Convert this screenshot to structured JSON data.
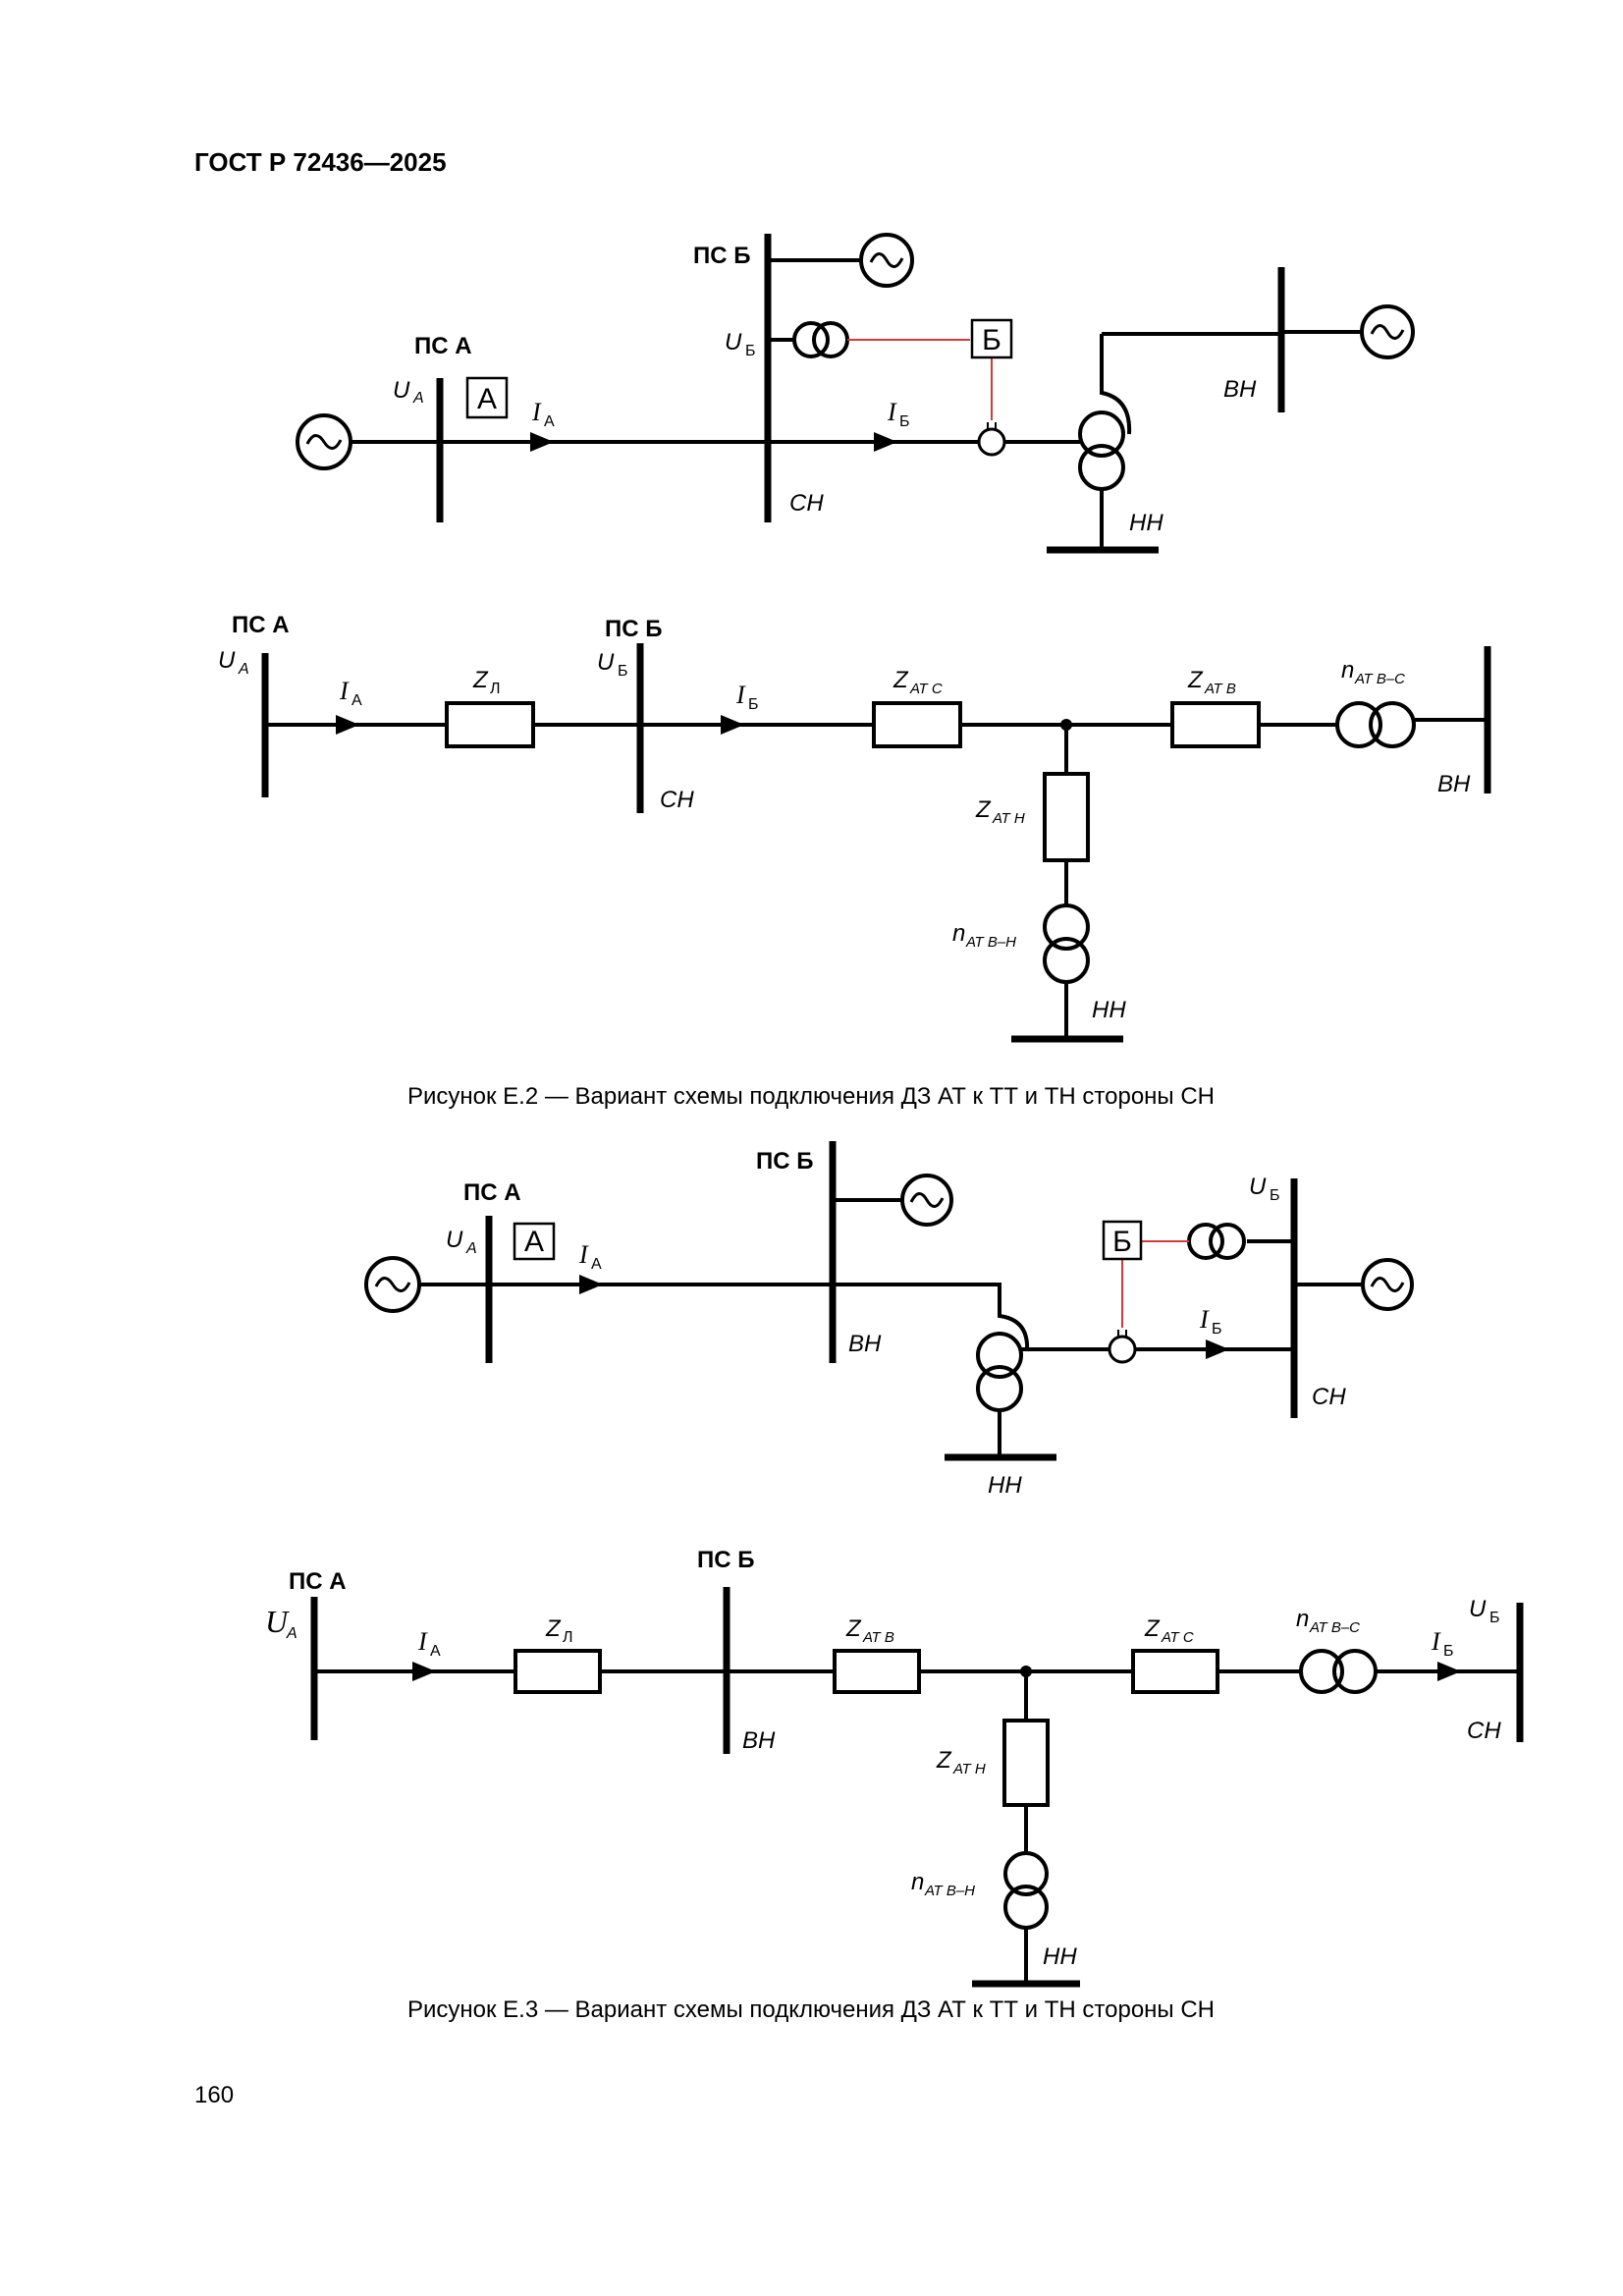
{
  "header": "ГОСТ Р 72436—2025",
  "page_number": "160",
  "labels": {
    "ps_a": "ПС А",
    "ps_b": "ПС Б",
    "u": "U",
    "i": "I",
    "z": "Z",
    "n": "n",
    "sub_a_italic": "А",
    "sub_a": "А",
    "sub_b": "Б",
    "sub_l": "Л",
    "sub_at_s": "АТ С",
    "sub_at_v": "АТ В",
    "sub_at_n": "АТ Н",
    "sub_at_vs": "АТ В–С",
    "sub_at_vn": "АТ В–Н",
    "box_a": "А",
    "box_b": "Б",
    "vn": "ВН",
    "sn": "СН",
    "nn": "НН"
  },
  "captions": {
    "fig_e2": "Рисунок Е.2 — Вариант схемы подключения ДЗ АТ к ТТ и ТН стороны СН",
    "fig_e3": "Рисунок Е.3 — Вариант схемы подключения ДЗ АТ к ТТ и ТН стороны СН"
  },
  "colors": {
    "line": "#000000",
    "signal": "#d43a3a"
  }
}
